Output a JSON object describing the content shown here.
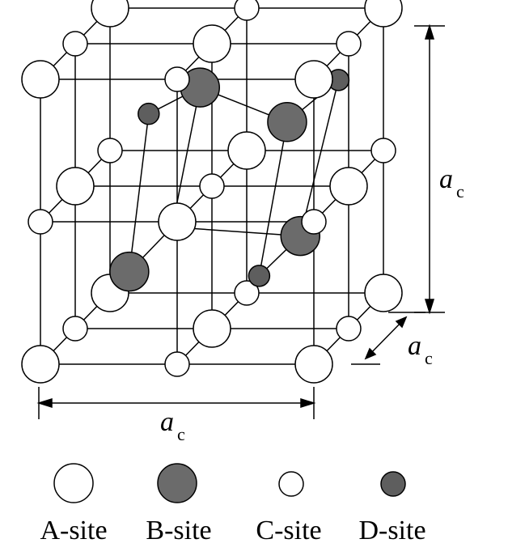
{
  "dimensions": {
    "main": "a",
    "sub": "c"
  },
  "legend": [
    {
      "label": "A-site",
      "fill": "#ffffff"
    },
    {
      "label": "B-site",
      "fill": "#6b6b6b"
    },
    {
      "label": "C-site",
      "fill": "#ffffff"
    },
    {
      "label": "D-site",
      "fill": "#5e5e5e"
    }
  ],
  "colors": {
    "stroke": "#000000",
    "background": "#ffffff"
  }
}
